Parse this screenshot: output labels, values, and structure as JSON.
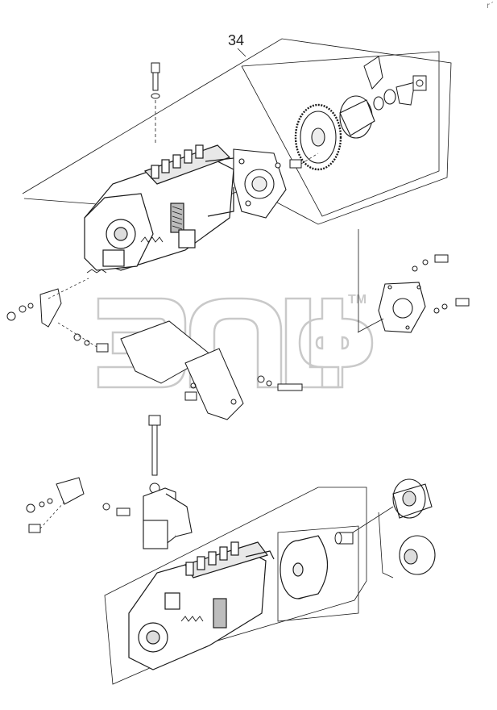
{
  "diagram": {
    "callout_label": "34",
    "corner_mark": "r´",
    "watermark": {
      "trademark": "TM",
      "color": "#c8c8c8"
    },
    "line_color": "#1a1a1a",
    "fill_color": "#ffffff",
    "shade_color": "#bdbdbd"
  }
}
